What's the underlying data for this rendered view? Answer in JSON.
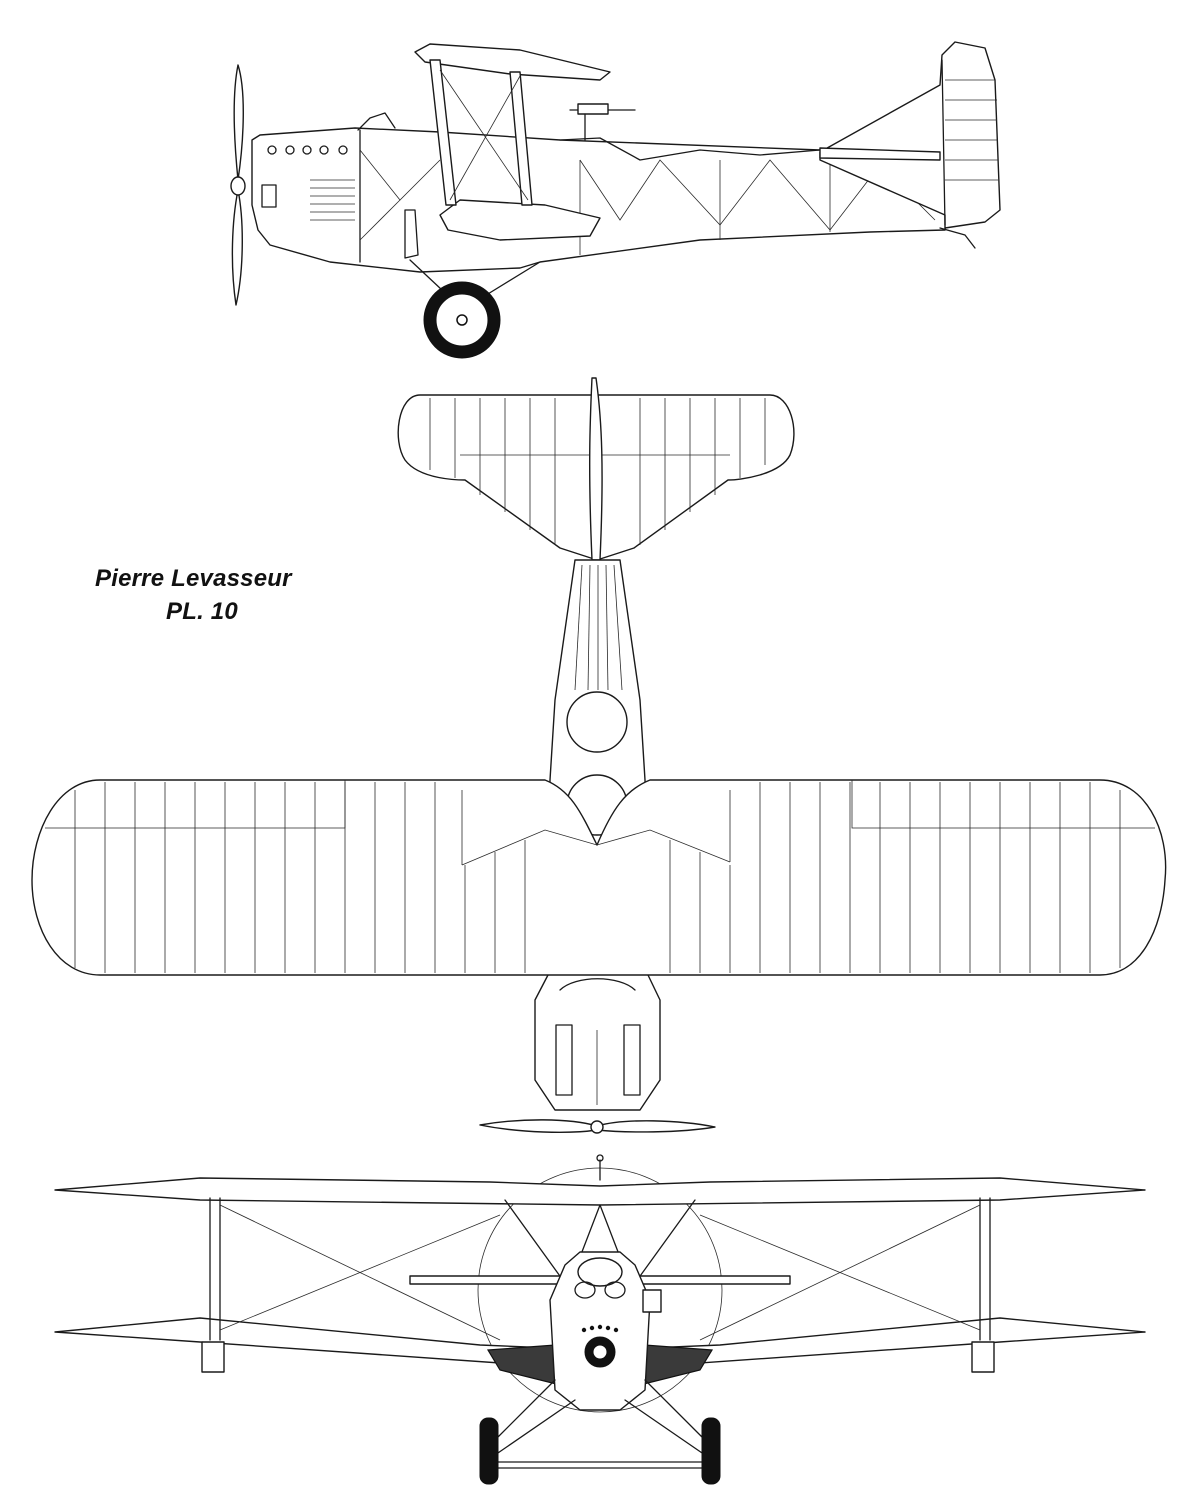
{
  "title": {
    "line1": "Pierre Levasseur",
    "line2": "PL. 10"
  },
  "views": [
    "side-view",
    "top-view",
    "front-view"
  ],
  "colors": {
    "ink": "#1a1a1a",
    "paper": "#ffffff",
    "tire": "#111111"
  }
}
